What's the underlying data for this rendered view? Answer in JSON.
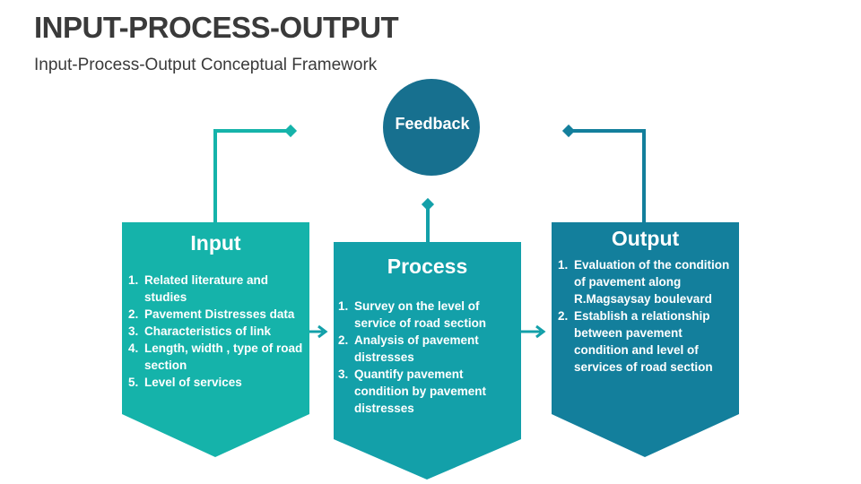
{
  "header": {
    "title": "INPUT-PROCESS-OUTPUT",
    "subtitle": "Input-Process-Output Conceptual Framework"
  },
  "colors": {
    "input": "#15b3aa",
    "process": "#13a0a9",
    "output": "#137f9c",
    "feedback": "#17708f",
    "connector": "#13a0a9",
    "text": "#3a3a3a"
  },
  "feedback": {
    "label": "Feedback"
  },
  "input": {
    "title": "Input",
    "items": [
      {
        "num": "1.",
        "text": "Related literature and studies"
      },
      {
        "num": "2.",
        "text": "Pavement Distresses data"
      },
      {
        "num": "3.",
        "text": "Characteristics of link"
      },
      {
        "num": "4.",
        "text": "Length, width , type of road section"
      },
      {
        "num": "5.",
        "text": "Level of services"
      }
    ]
  },
  "process": {
    "title": "Process",
    "items": [
      {
        "num": "1.",
        "text": "Survey on the level of service of road section"
      },
      {
        "num": "2.",
        "text": "Analysis of pavement distresses"
      },
      {
        "num": "3.",
        "text": "Quantify pavement condition by pavement distresses"
      }
    ]
  },
  "output": {
    "title": "Output",
    "items": [
      {
        "num": "1.",
        "text": "Evaluation of the condition of pavement along R.Magsaysay boulevard"
      },
      {
        "num": "2.",
        "text": "Establish a relationship between pavement condition and level of services of road section"
      }
    ]
  }
}
